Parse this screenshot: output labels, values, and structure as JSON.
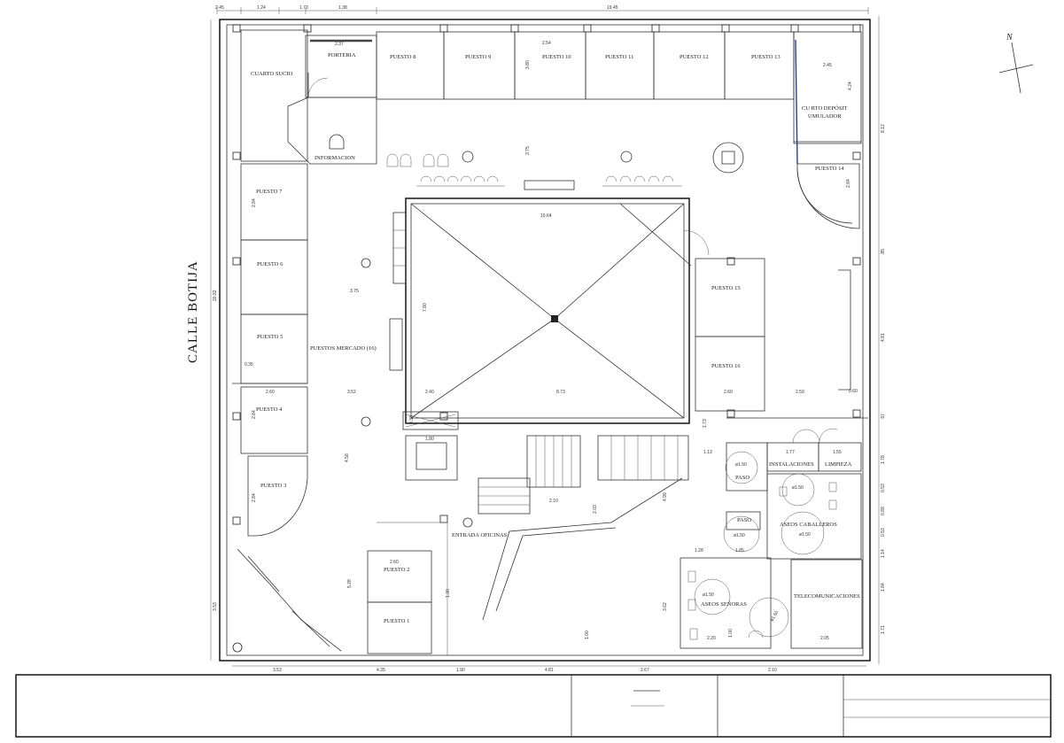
{
  "street": "CALLE BOTIJA",
  "north": "N",
  "rooms": {
    "cuarto_sucio": "CUARTO SUCIO",
    "porteria": "PORTERIA",
    "informacion": "INFORMACION",
    "puesto_1": "PUESTO 1",
    "puesto_2": "PUESTO 2",
    "puesto_3": "PUESTO 3",
    "puesto_4": "PUESTO 4",
    "puesto_5": "PUESTO 5",
    "puesto_6": "PUESTO 6",
    "puesto_7": "PUESTO 7",
    "puesto_8": "PUESTO 8",
    "puesto_9": "PUESTO 9",
    "puesto_10": "PUESTO 10",
    "puesto_11": "PUESTO 11",
    "puesto_12": "PUESTO 12",
    "puesto_13": "PUESTO 13",
    "puesto_14": "PUESTO 14",
    "puesto_15": "PUESTO 15",
    "puesto_16": "PUESTO 16",
    "deposito_1": "CU   RTO DEPÓSIT",
    "deposito_2": "UMULADOR",
    "puestos_mercado": "PUESTOS MERCADO (16)",
    "entrada_oficinas": "ENTRADA OFICINAS",
    "instalaciones": "INSTALACIONES",
    "limpieza": "LIMPIEZA",
    "paso_1": "PASO",
    "paso_2": "PASO",
    "aseos_caballeros": "ASEOS CABALLEROS",
    "aseos_senoras": "ASEOS SEÑORAS",
    "telecomunicaciones": "TELECOMUNICACIONES"
  },
  "dimensions": {
    "top": [
      "2.45",
      "1.24",
      "1.73",
      "1.38",
      "19.45"
    ],
    "bottom": [
      "3.53",
      "4.35",
      "1.90",
      "4.81",
      "2.67",
      "2.10"
    ],
    "left": [
      "20.82",
      "3.53"
    ],
    "right": [
      "8.12",
      ".85",
      "4.81",
      ".57",
      "1.78",
      "0.53",
      "0.89",
      "0.53",
      "1.14",
      "1.84",
      "1.71"
    ],
    "inner": [
      "10.64",
      "3.75",
      "3.75",
      "2.60",
      "3.52",
      "2.40",
      "8.73",
      "2.60",
      "2.59",
      "7.80",
      "4.58",
      "1.80",
      "2.10",
      "2.03",
      "4.99",
      "2.54",
      "3.80",
      "2.37",
      "2.45",
      "4.24",
      "0.60",
      "5.28",
      "1.30",
      "3.62",
      "1.00",
      "2.60",
      "2.84",
      "2.84",
      "2.84",
      "2.84",
      "ø1.50",
      "ø1.50",
      "ø1.50",
      "ø1.50",
      "ø1.50",
      "ø1.50",
      "1.85",
      "1.28",
      "2.20",
      "2.05",
      "1.55",
      "1.77",
      "1.13",
      "1.73",
      "0.33",
      "0.35",
      "1.00"
    ]
  }
}
